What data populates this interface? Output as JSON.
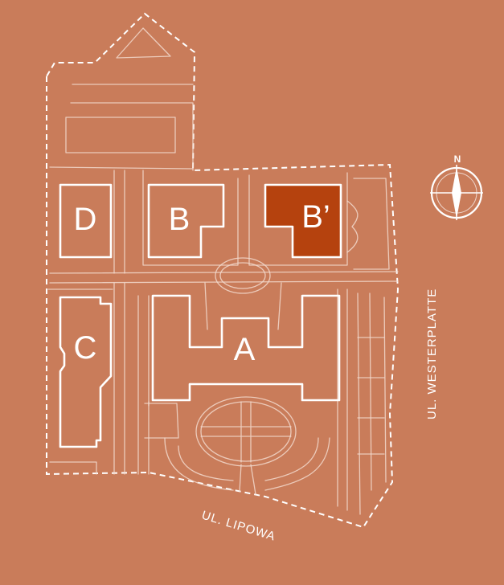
{
  "colors": {
    "background": "#c97c5a",
    "highlight": "#b5420e",
    "lines": "#ffffff"
  },
  "buildings": {
    "a": "A",
    "b": "B",
    "b_prime": "B’",
    "c": "C",
    "d": "D"
  },
  "highlighted_building": "B’",
  "streets": {
    "lipowa": "UL. LIPOWA",
    "westerplatte": "UL. WESTERPLATTE"
  },
  "compass": {
    "north_label": "N",
    "icon": "compass-rose-icon"
  }
}
